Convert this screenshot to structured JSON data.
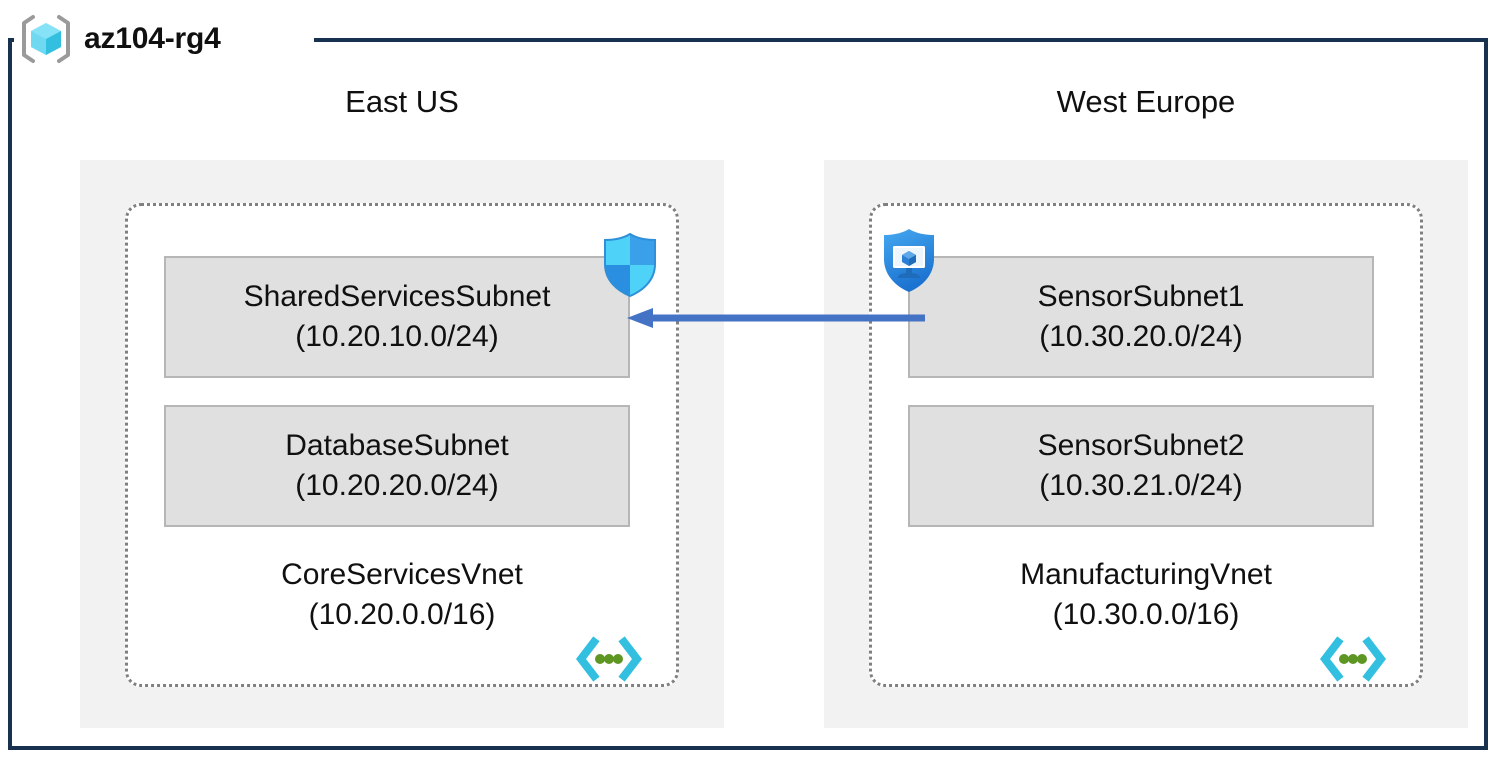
{
  "diagram": {
    "type": "azure-network-architecture",
    "resource_group": {
      "name": "az104-rg4",
      "icon": "resource-group-cube-icon",
      "border_color": "#17314F"
    },
    "regions": [
      {
        "id": "east-us",
        "label": "East US"
      },
      {
        "id": "west-europe",
        "label": "West Europe"
      }
    ],
    "vnets": [
      {
        "id": "core-services-vnet",
        "region": "East US",
        "name": "CoreServicesVnet",
        "cidr": "(10.20.0.0/16)",
        "icon": "virtual-network-icon",
        "subnets": [
          {
            "id": "shared-services-subnet",
            "name": "SharedServicesSubnet",
            "cidr": "(10.20.10.0/24)",
            "badge_icon": "network-security-group-shield-icon"
          },
          {
            "id": "database-subnet",
            "name": "DatabaseSubnet",
            "cidr": "(10.20.20.0/24)",
            "badge_icon": ""
          }
        ]
      },
      {
        "id": "manufacturing-vnet",
        "region": "West Europe",
        "name": "ManufacturingVnet",
        "cidr": "(10.30.0.0/16)",
        "icon": "virtual-network-icon",
        "subnets": [
          {
            "id": "sensor-subnet-1",
            "name": "SensorSubnet1",
            "cidr": "(10.30.20.0/24)",
            "badge_icon": "protected-virtual-machine-shield-icon"
          },
          {
            "id": "sensor-subnet-2",
            "name": "SensorSubnet2",
            "cidr": "(10.30.21.0/24)",
            "badge_icon": ""
          }
        ]
      }
    ],
    "connections": [
      {
        "id": "vnet-peering",
        "from": "SensorSubnet1",
        "to": "SharedServicesSubnet",
        "direction": "left",
        "color": "#4472C4"
      }
    ],
    "colors": {
      "frame": "#17314F",
      "region_panel": "#F2F2F2",
      "subnet_fill": "#E0E0E0",
      "subnet_border": "#B6B6B6",
      "vnet_border": "#808080",
      "arrow": "#4472C4",
      "icon_cyan": "#50E6FF",
      "icon_blue": "#0078D4",
      "icon_green": "#5E9624"
    }
  }
}
